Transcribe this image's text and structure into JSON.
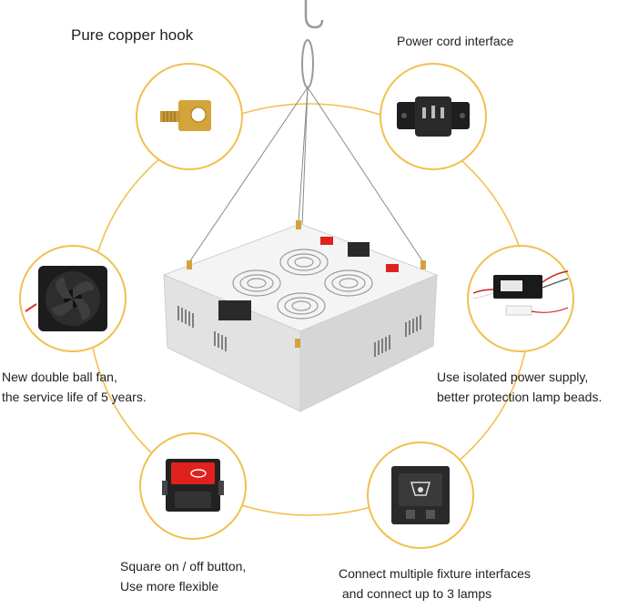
{
  "callouts": {
    "hook": {
      "lines": [
        "Pure copper hook"
      ],
      "icon": "copper-hook-icon"
    },
    "cord": {
      "lines": [
        "Power cord interface"
      ],
      "icon": "power-socket-icon"
    },
    "fan": {
      "lines": [
        "New double ball fan,",
        "the service life of 5 years."
      ],
      "icon": "cooling-fan-icon"
    },
    "psu": {
      "lines": [
        "Use isolated power supply,",
        "better protection lamp beads."
      ],
      "icon": "power-supply-icon"
    },
    "switch": {
      "lines": [
        "Square on / off button,",
        "Use more flexible"
      ],
      "icon": "rocker-switch-icon"
    },
    "interfaces": {
      "lines": [
        "Connect multiple fixture interfaces",
        " and connect up to 3 lamps"
      ],
      "icon": "universal-outlet-icon"
    }
  },
  "colors": {
    "ring": "#f2c04f",
    "circle_border": "#f2c04f",
    "lamp_body": "#e6e6e6",
    "switch_red": "#e0221e",
    "brass": "#d4a33a"
  }
}
